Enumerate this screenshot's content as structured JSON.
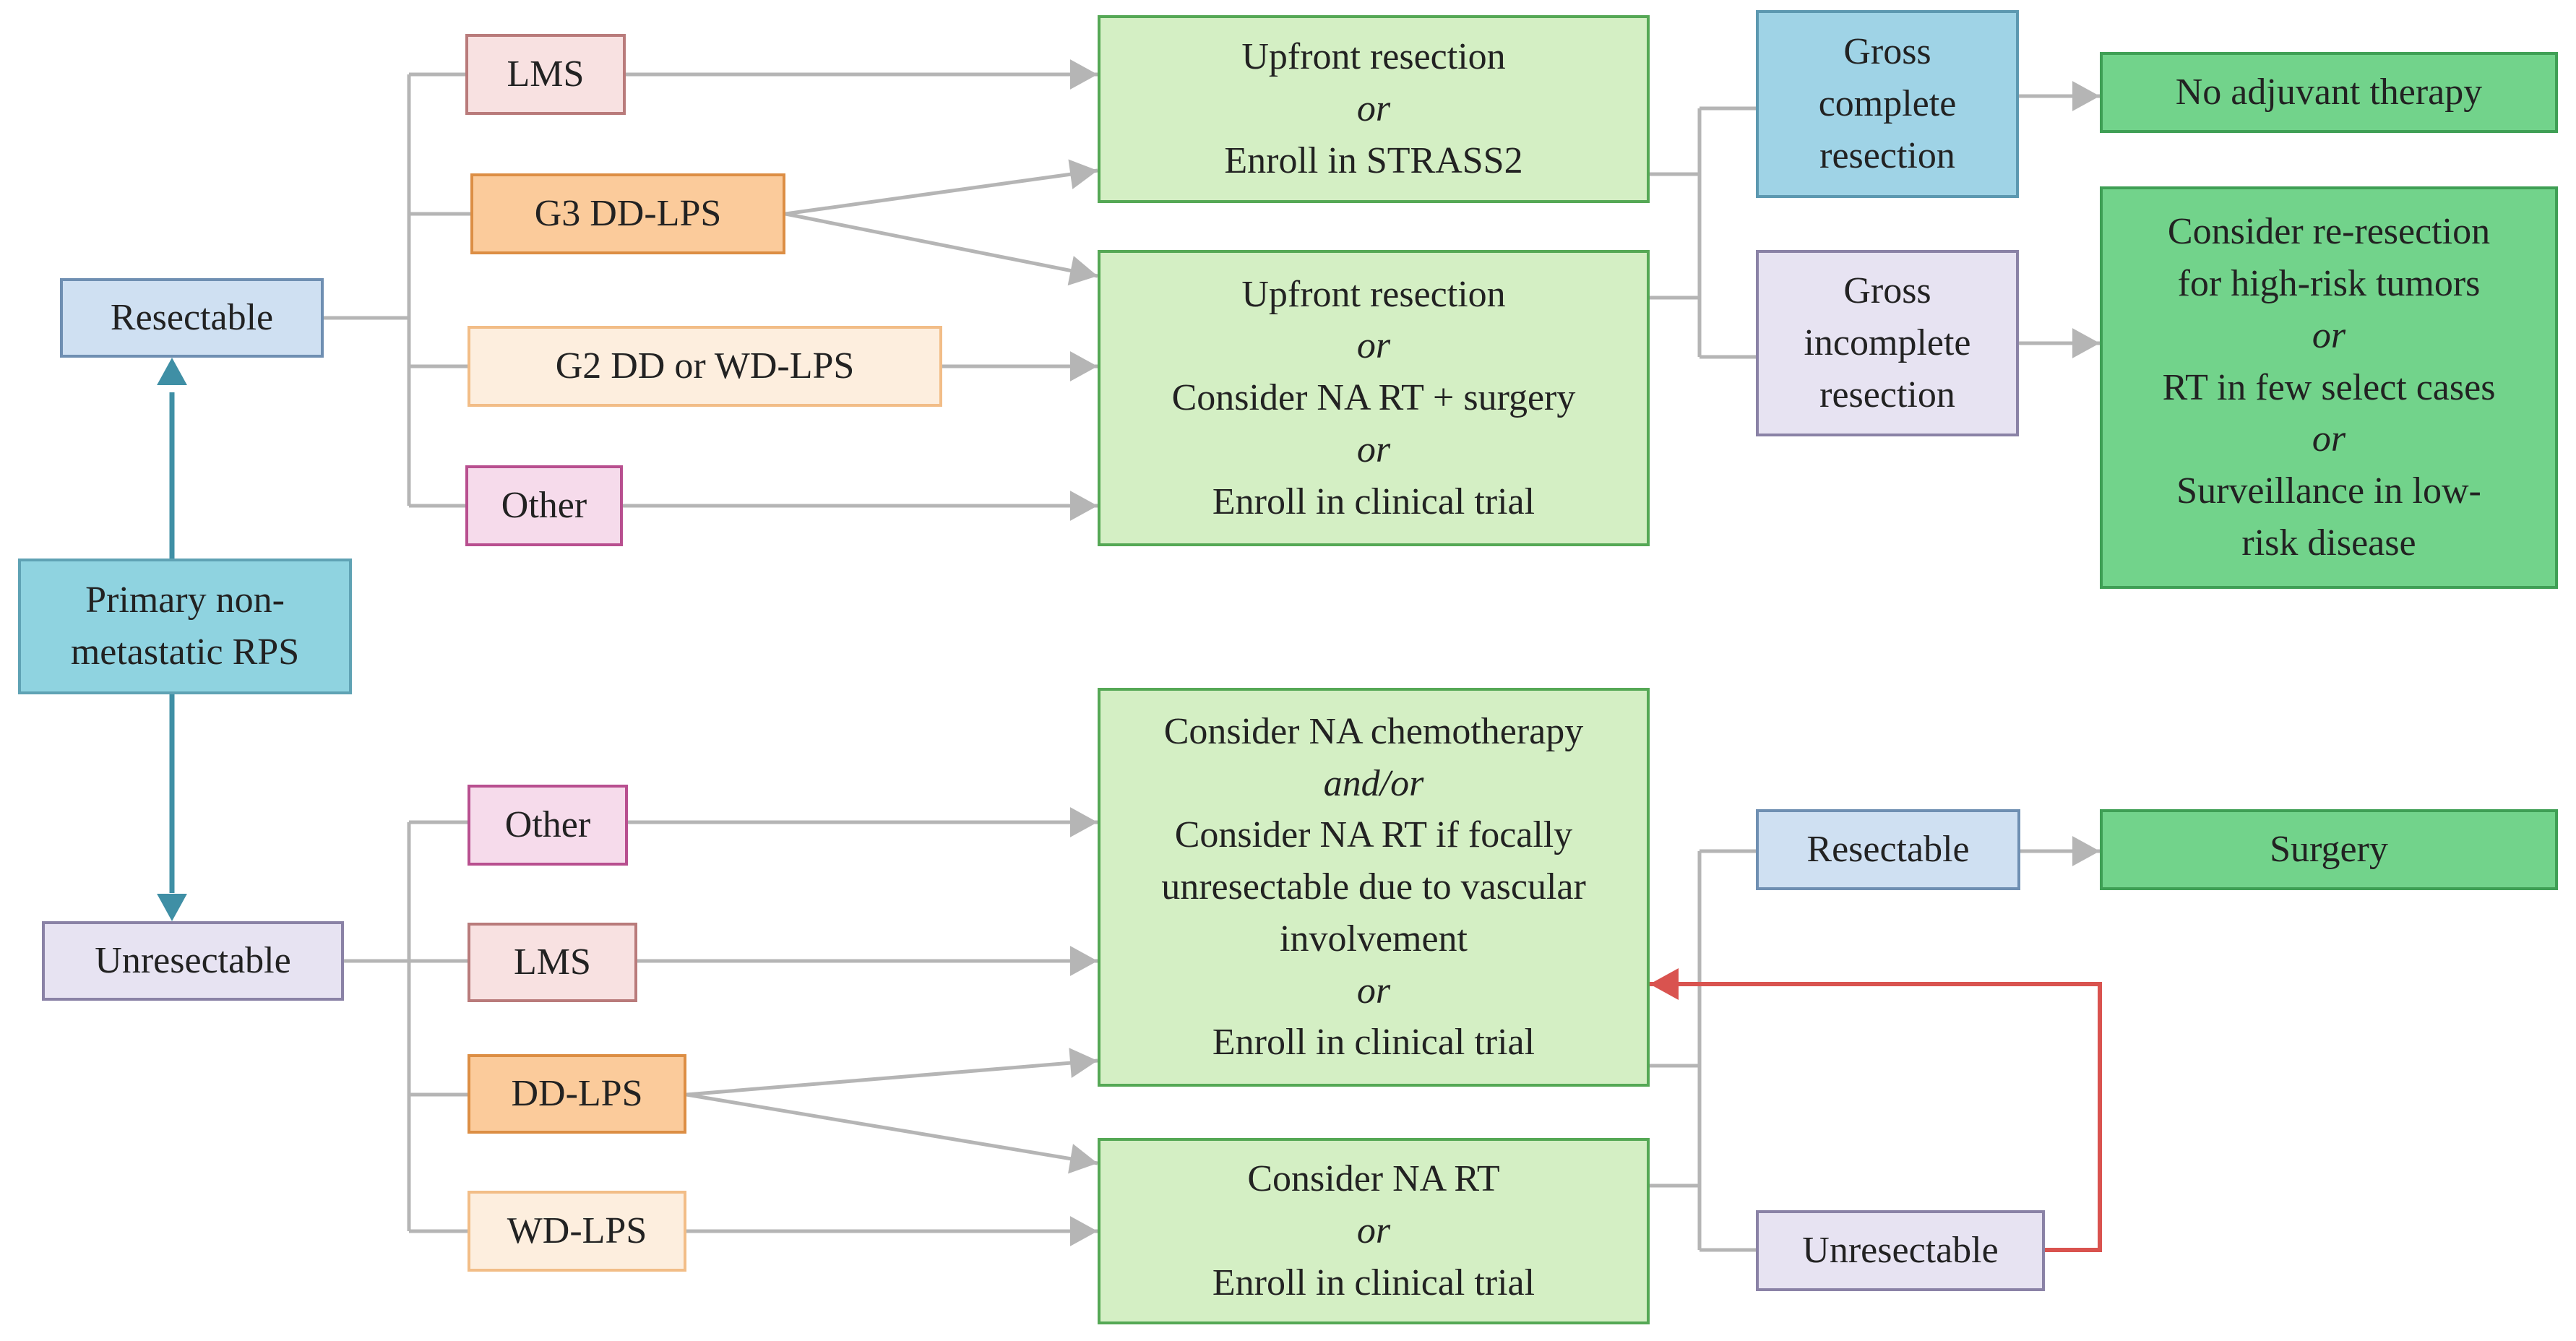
{
  "colors": {
    "connector": "#b5b5b5",
    "teal_arrow": "#3f8fa5",
    "red_arrow": "#d9534f"
  },
  "nodes": {
    "primary": [
      "Primary non-",
      "metastatic RPS"
    ],
    "resectable": [
      "Resectable"
    ],
    "unresectable": [
      "Unresectable"
    ],
    "lms_top": [
      "LMS"
    ],
    "g3": [
      "G3 DD-LPS"
    ],
    "g2": [
      "G2 DD or WD-LPS"
    ],
    "other_top": [
      "Other"
    ],
    "upfront1": [
      "Upfront resection",
      "or",
      "Enroll in STRASS2"
    ],
    "upfront2": [
      "Upfront resection",
      "or",
      "Consider NA RT + surgery",
      "or",
      "Enroll in clinical trial"
    ],
    "gross_complete": [
      "Gross",
      "complete",
      "resection"
    ],
    "gross_incomplete": [
      "Gross",
      "incomplete",
      "resection"
    ],
    "no_adjuvant": [
      "No adjuvant therapy"
    ],
    "consider_reres": [
      "Consider re-resection",
      "for high-risk tumors",
      "or",
      "RT in few select cases",
      "or",
      "Surveillance in low-",
      "risk disease"
    ],
    "other_bot": [
      "Other"
    ],
    "lms_bot": [
      "LMS"
    ],
    "dd_lps": [
      "DD-LPS"
    ],
    "wd_lps": [
      "WD-LPS"
    ],
    "chemo": [
      "Consider NA chemotherapy",
      "and/or",
      "Consider NA RT if focally",
      "unresectable due to vascular",
      "involvement",
      "or",
      "Enroll in clinical trial"
    ],
    "na_rt": [
      "Consider NA RT",
      "or",
      "Enroll in clinical trial"
    ],
    "resectable2": [
      "Resectable"
    ],
    "unresectable2": [
      "Unresectable"
    ],
    "surgery": [
      "Surgery"
    ]
  }
}
